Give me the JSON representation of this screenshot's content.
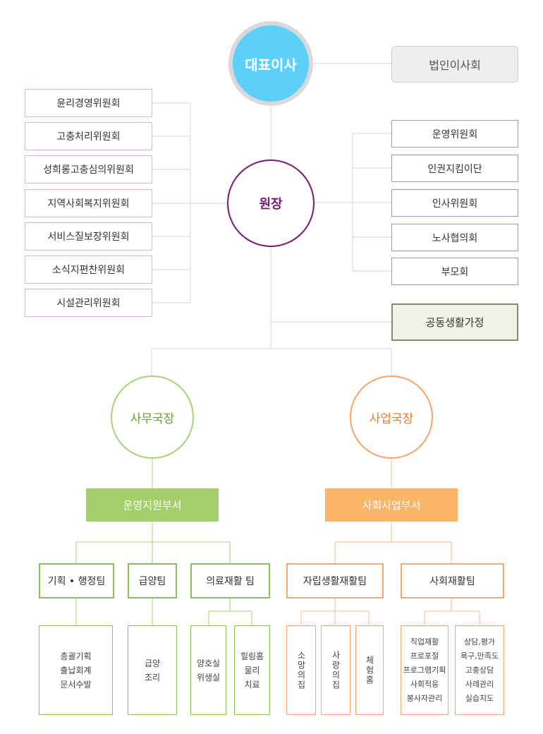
{
  "top": {
    "ceo": "대표이사",
    "board": "법인이사회",
    "director": "원장",
    "family_home": "공동생활가정"
  },
  "left_committees": [
    "윤리경영위원회",
    "고충처리위원회",
    "성희롱고충심의위원회",
    "지역사회복지위원회",
    "서비스질보장위원회",
    "소식지편찬위원회",
    "시설관리위원회"
  ],
  "right_committees": [
    "운영위원회",
    "인권지킴이단",
    "인사위원회",
    "노사협의회",
    "부모회"
  ],
  "left_branch": {
    "head": "사무국장",
    "dept": "운영지원부서",
    "teams": [
      "기획 • 행정팀",
      "급양팀",
      "의료재활 팀"
    ],
    "leaves": [
      "총괄기획\n출납회계\n문서수발",
      "급양\n조리",
      "양호실\n위생실",
      "힐링홈\n물리\n치료"
    ]
  },
  "right_branch": {
    "head": "사업국장",
    "dept": "사회사업부서",
    "teams": [
      "자립생활재활팀",
      "사회재활팀"
    ],
    "vertical_leaves": [
      "소망의집",
      "사랑의집",
      "체험홈"
    ],
    "leaves": [
      "직업재활\n프로포절\n프로그램기획\n사회적응\n봉사자관리",
      "상담,평가\n욕구,만족도\n고충상담\n사례관리\n실습지도"
    ]
  },
  "colors": {
    "ceo_fill": "#5dd0fa",
    "ceo_ring": "#d9d9d9",
    "director_ring": "#7b1a72",
    "green": "#8cc152",
    "green_fill": "#a4cf6a",
    "orange": "#f7a569",
    "orange_fill": "#fbb568",
    "purple_border": "#d7b6dd",
    "navy_border": "#9e98c8",
    "family_home_fill": "#f2f2e6"
  }
}
